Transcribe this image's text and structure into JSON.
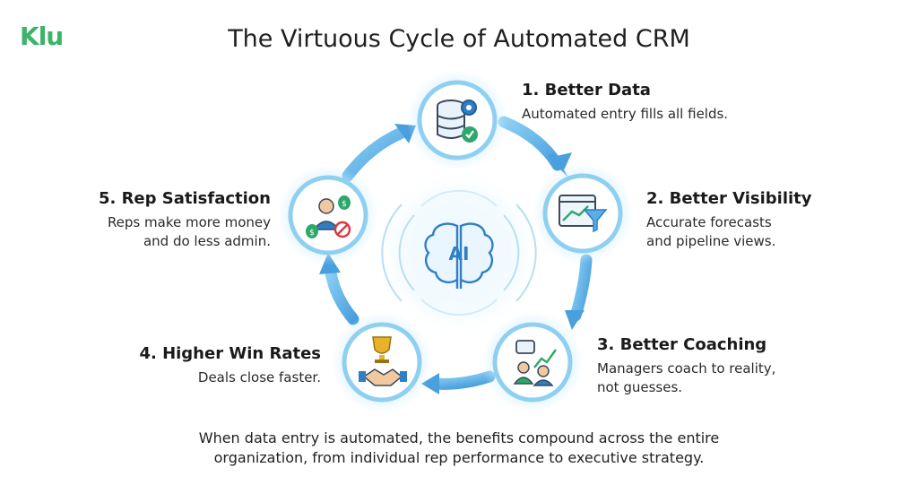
{
  "logo": "Klu",
  "title": "The Virtuous Cycle of Automated CRM",
  "center": {
    "label": "AI",
    "icon": "brain-icon"
  },
  "steps": [
    {
      "title": "1. Better Data",
      "lines": [
        "Automated entry fills all fields."
      ],
      "icon": "database-check-icon"
    },
    {
      "title": "2. Better Visibility",
      "lines": [
        "Accurate forecasts",
        "and pipeline views."
      ],
      "icon": "chart-funnel-icon"
    },
    {
      "title": "3. Better Coaching",
      "lines": [
        "Managers coach to reality,",
        "not guesses."
      ],
      "icon": "coaching-people-icon"
    },
    {
      "title": "4. Higher Win Rates",
      "lines": [
        "Deals close faster."
      ],
      "icon": "trophy-handshake-icon"
    },
    {
      "title": "5. Rep Satisfaction",
      "lines": [
        "Reps make more money",
        "and do less admin."
      ],
      "icon": "rep-money-icon"
    }
  ],
  "footer": {
    "line1": "When data entry is automated, the benefits compound across the entire",
    "line2": "organization, from individual rep performance to executive strategy."
  },
  "colors": {
    "brand": "#3db36a",
    "arrow": "#5aaee6",
    "ring": "#7cc6ef",
    "glow": "#bfe6fb",
    "icon_blue": "#2f7fc4",
    "icon_green": "#2ea86a",
    "icon_gold": "#e8b229"
  }
}
